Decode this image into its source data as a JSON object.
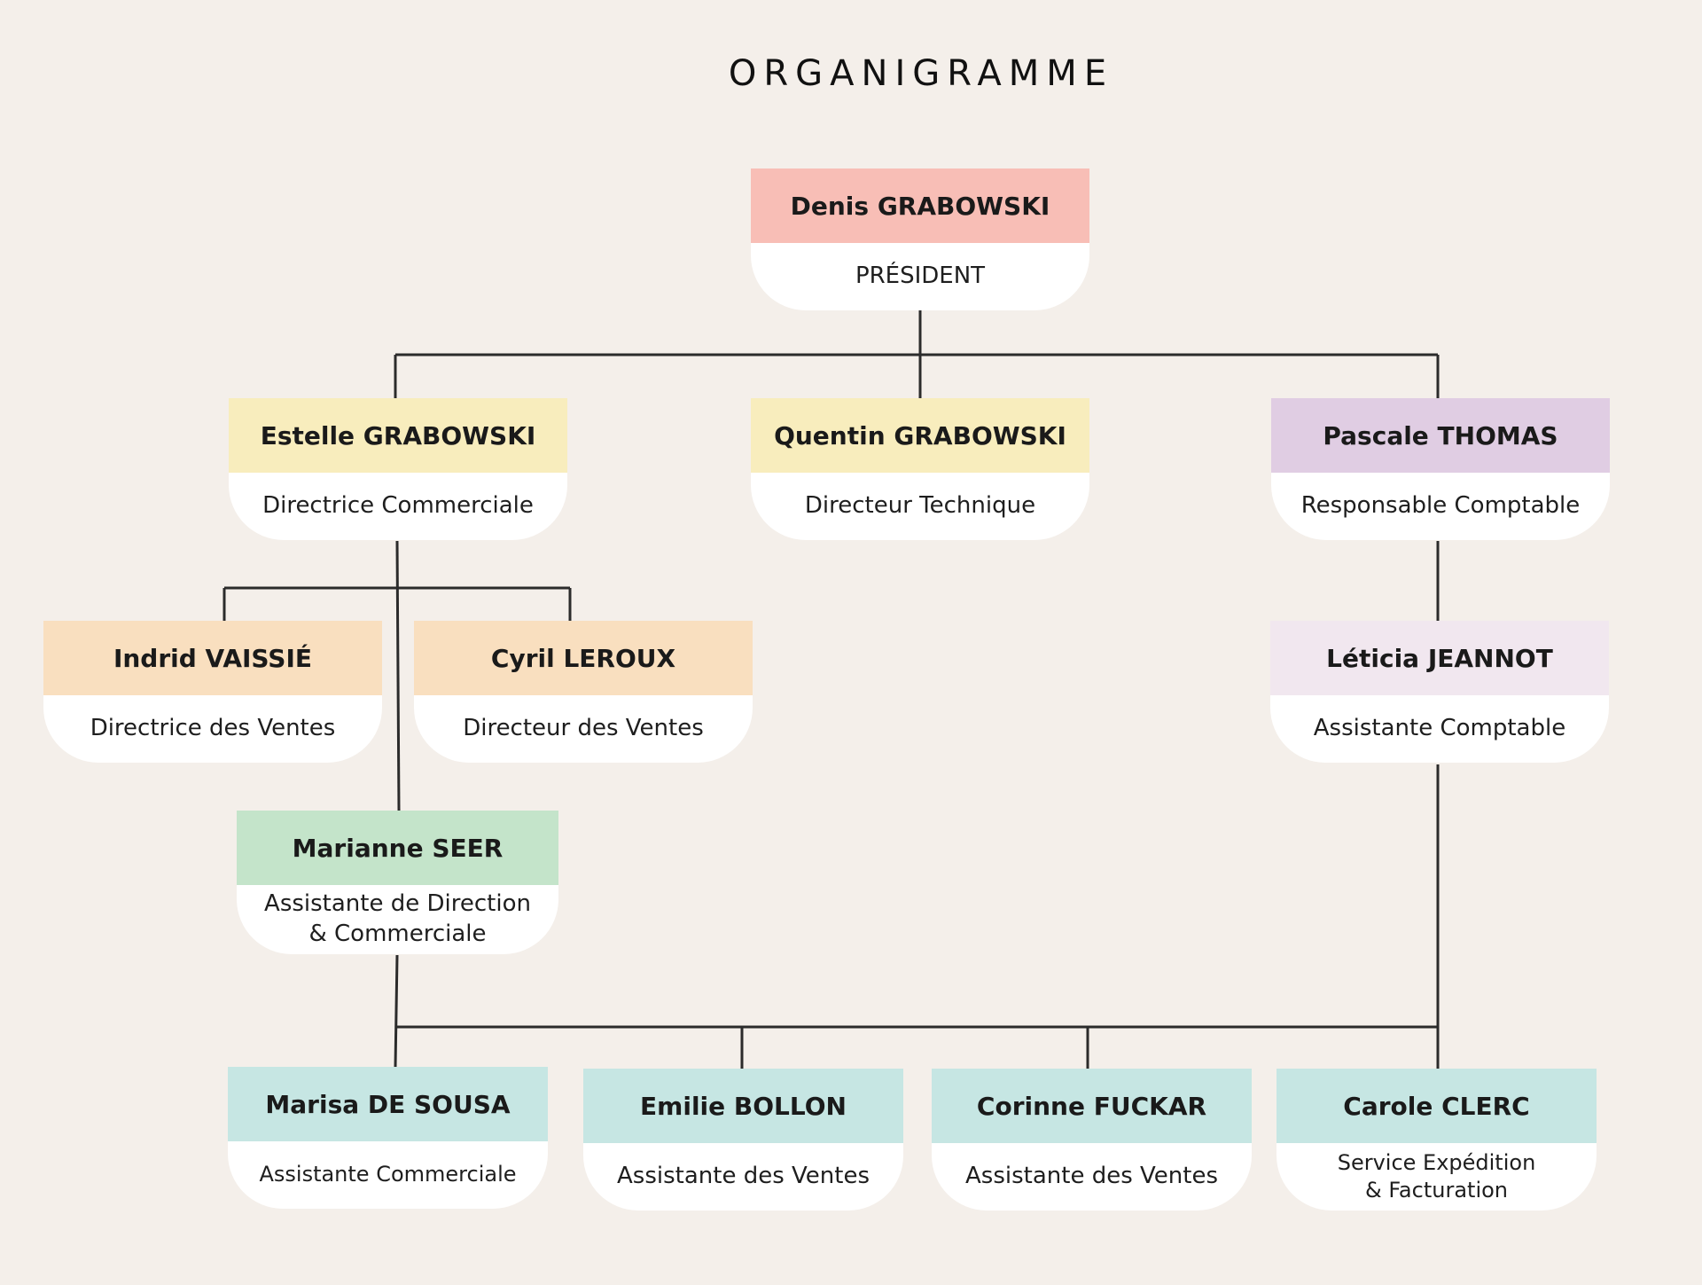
{
  "title": "ORGANIGRAMME",
  "colors": {
    "pink": "#f8beb6",
    "yellow": "#f8edbd",
    "lavender": "#e0cde3",
    "peach": "#f9dfbf",
    "light_lavender": "#f1e7ef",
    "mint": "#c4e4ca",
    "teal": "#c6e6e3",
    "background": "#f4efea",
    "role_background": "#ffffff",
    "connector": "#2b2b2b"
  },
  "people": {
    "denis": {
      "name": "Denis GRABOWSKI",
      "role": "PRÉSIDENT"
    },
    "estelle": {
      "name": "Estelle GRABOWSKI",
      "role": "Directrice Commerciale"
    },
    "quentin": {
      "name": "Quentin GRABOWSKI",
      "role": "Directeur Technique"
    },
    "pascale": {
      "name": "Pascale THOMAS",
      "role": "Responsable Comptable"
    },
    "indrid": {
      "name": "Indrid VAISSIÉ",
      "role": "Directrice des Ventes"
    },
    "cyril": {
      "name": "Cyril LEROUX",
      "role": "Directeur des Ventes"
    },
    "leticia": {
      "name": "Léticia JEANNOT",
      "role": "Assistante Comptable"
    },
    "marianne": {
      "name": "Marianne SEER",
      "role": "Assistante de Direction\n& Commerciale"
    },
    "marisa": {
      "name": "Marisa DE SOUSA",
      "role": "Assistante Commerciale"
    },
    "emilie": {
      "name": "Emilie BOLLON",
      "role": "Assistante des Ventes"
    },
    "corinne": {
      "name": "Corinne FUCKAR",
      "role": "Assistante des Ventes"
    },
    "carole": {
      "name": "Carole CLERC",
      "role": "Service Expédition\n& Facturation"
    }
  }
}
